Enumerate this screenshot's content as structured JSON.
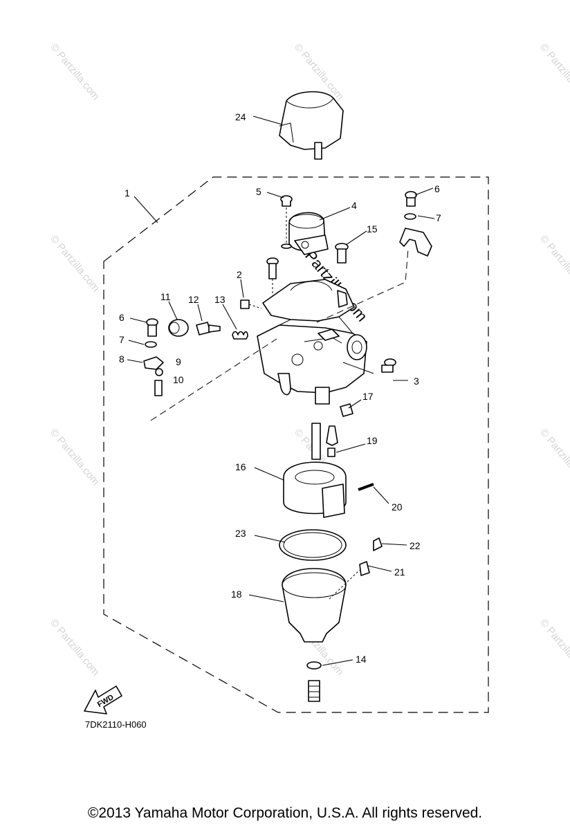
{
  "diagram": {
    "code": "7DK2110-H060",
    "fwd_label": "FWD",
    "watermark": "© Partzilla.com",
    "watermark_center": "Partzilla.com",
    "callouts": [
      "24",
      "1",
      "5",
      "4",
      "6",
      "7",
      "15",
      "2",
      "11",
      "12",
      "13",
      "6",
      "7",
      "8",
      "9",
      "10",
      "3",
      "17",
      "19",
      "16",
      "20",
      "23",
      "22",
      "21",
      "18",
      "14"
    ]
  },
  "footer": {
    "copyright": "©2013  Yamaha Motor Corporation, U.S.A. All rights reserved."
  }
}
